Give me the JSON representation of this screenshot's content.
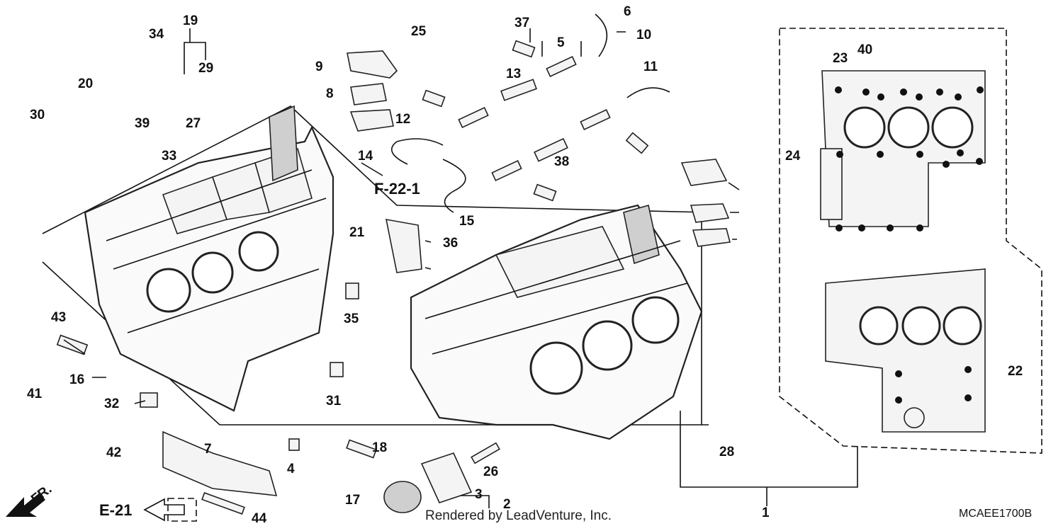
{
  "diagram": {
    "code": "MCAEE1700B",
    "credit": "Rendered by LeadVenture, Inc.",
    "refs": {
      "f22": "F-22-1",
      "e21": "E-21",
      "fr": "FR."
    },
    "labels": [
      "1",
      "2",
      "3",
      "4",
      "5",
      "6",
      "7",
      "8",
      "9",
      "10",
      "11",
      "12",
      "13",
      "14",
      "15",
      "16",
      "17",
      "18",
      "19",
      "20",
      "21",
      "22",
      "23",
      "24",
      "25",
      "26",
      "27",
      "28",
      "29",
      "30",
      "31",
      "32",
      "33",
      "34",
      "35",
      "36",
      "37",
      "38",
      "39",
      "40",
      "41",
      "42",
      "43",
      "44"
    ]
  }
}
